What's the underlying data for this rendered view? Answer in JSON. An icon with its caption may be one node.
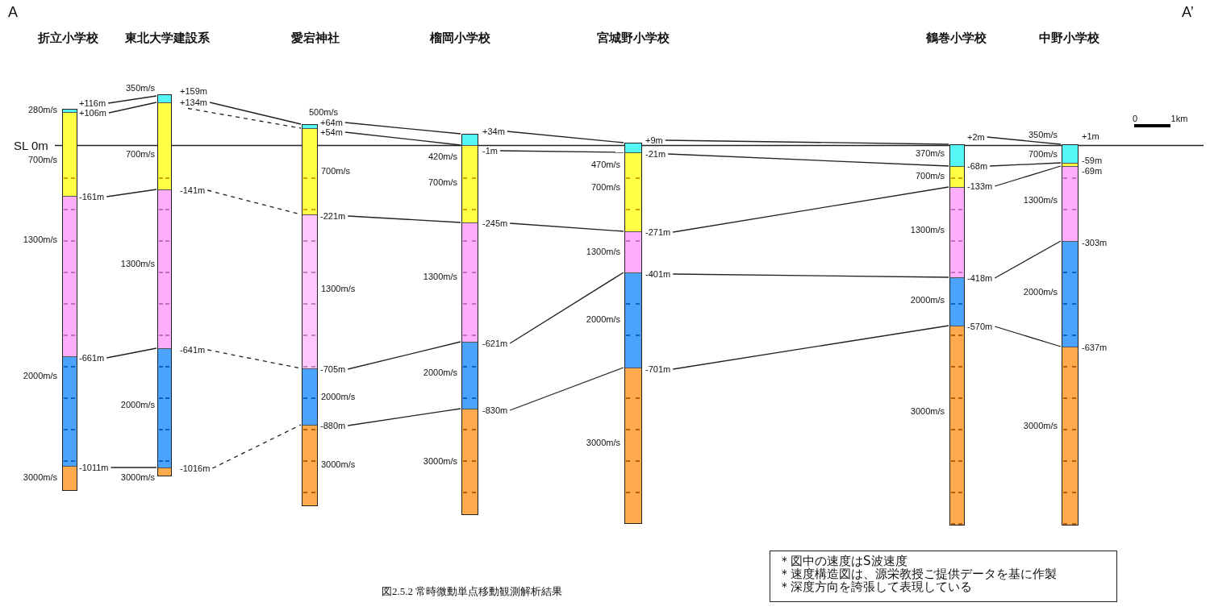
{
  "diagram": {
    "caption": "図2.5.2 常時微動単点移動観測解析結果",
    "nodes": [
      {
        "text": [],
        "shape": "bar",
        "beside": [
          "280m/s",
          "700m/s",
          "1300m/s",
          "2000m/s",
          "3000m/s"
        ]
      },
      {
        "text": [
          "+116m"
        ]
      },
      {
        "text": [
          "+106m"
        ]
      },
      {
        "text": [
          "-161m"
        ]
      },
      {
        "text": [
          "-661m"
        ]
      },
      {
        "text": [
          "-1011m"
        ]
      },
      {
        "text": [],
        "shape": "bar",
        "beside": [
          "+159m",
          "350m/s",
          "700m/s",
          "1300m/s",
          "2000m/s",
          "3000m/s"
        ]
      },
      {
        "text": [
          "+134m"
        ]
      },
      {
        "text": [
          "-141m"
        ]
      },
      {
        "text": [
          "-641m"
        ]
      },
      {
        "text": [
          "-1016m"
        ]
      },
      {
        "text": [],
        "shape": "bar",
        "beside": [
          "500m/s",
          "700m/s",
          "1300m/s",
          "2000m/s",
          "3000m/s"
        ]
      },
      {
        "text": [
          "+64m"
        ]
      },
      {
        "text": [
          "+54m"
        ]
      },
      {
        "text": [
          "-221m"
        ]
      },
      {
        "text": [
          "-705m"
        ]
      },
      {
        "text": [
          "-880m"
        ]
      },
      {
        "text": [],
        "shape": "bar",
        "beside": [
          "420m/s",
          "700m/s",
          "1300m/s",
          "2000m/s",
          "3000m/s"
        ]
      },
      {
        "text": [
          "+34m"
        ]
      },
      {
        "text": [
          "-1m"
        ]
      },
      {
        "text": [
          "-245m"
        ]
      },
      {
        "text": [
          "-621m"
        ]
      },
      {
        "text": [
          "-830m"
        ]
      },
      {
        "text": [],
        "shape": "bar",
        "beside": [
          "470m/s",
          "700m/s",
          "1300m/s",
          "2000m/s",
          "3000m/s"
        ]
      },
      {
        "text": [
          "+9m"
        ]
      },
      {
        "text": [
          "-21m"
        ]
      },
      {
        "text": [
          "-271m"
        ]
      },
      {
        "text": [
          "-401m"
        ]
      },
      {
        "text": [
          "-701m"
        ]
      },
      {
        "text": [],
        "shape": "bar",
        "beside": [
          "370m/s",
          "700m/s",
          "1300m/s",
          "2000m/s",
          "3000m/s"
        ]
      },
      {
        "text": [
          "+2m"
        ]
      },
      {
        "text": [
          "-68m"
        ]
      },
      {
        "text": [
          "-133m"
        ]
      },
      {
        "text": [
          "-418m"
        ]
      },
      {
        "text": [
          "-570m"
        ]
      },
      {
        "text": [],
        "shape": "bar",
        "beside": [
          "+1m",
          "350m/s",
          "-59m",
          "700m/s",
          "-69m",
          "1300m/s",
          "-303m",
          "2000m/s",
          "-637m",
          "3000m/s"
        ]
      },
      {
        "text": [
          "＊図中の速度はS波速度",
          "＊速度構造図は、源栄教授ご提供データを基に作製",
          "＊深度方向を誇張して表現している"
        ]
      }
    ],
    "edges": [
      {
        "from": 1,
        "to": 6,
        "arrow": "none"
      },
      {
        "from": 2,
        "to": 6,
        "arrow": "none"
      },
      {
        "from": 3,
        "to": 6,
        "arrow": "none"
      },
      {
        "from": 4,
        "to": 6,
        "arrow": "none"
      },
      {
        "from": 5,
        "to": 6,
        "arrow": "none"
      },
      {
        "from": 7,
        "to": 11,
        "arrow": "none"
      },
      {
        "from": 7,
        "to": 11,
        "arrow": "none",
        "style": "dashed"
      },
      {
        "from": 8,
        "to": 11,
        "arrow": "none",
        "style": "dashed"
      },
      {
        "from": 9,
        "to": 11,
        "arrow": "none",
        "style": "dashed"
      },
      {
        "from": 10,
        "to": 11,
        "arrow": "none",
        "style": "dashed"
      },
      {
        "from": 12,
        "to": 17,
        "arrow": "none"
      },
      {
        "from": 13,
        "to": 17,
        "arrow": "none"
      },
      {
        "from": 14,
        "to": 17,
        "arrow": "none"
      },
      {
        "from": 15,
        "to": 17,
        "arrow": "none"
      },
      {
        "from": 16,
        "to": 17,
        "arrow": "none"
      },
      {
        "from": 18,
        "to": 23,
        "arrow": "none"
      },
      {
        "from": 19,
        "to": 23,
        "arrow": "none"
      },
      {
        "from": 20,
        "to": 23,
        "arrow": "none"
      },
      {
        "from": 21,
        "to": 23,
        "arrow": "none"
      },
      {
        "from": 22,
        "to": 23,
        "arrow": "none"
      },
      {
        "from": 24,
        "to": 29,
        "arrow": "none"
      },
      {
        "from": 25,
        "to": 29,
        "arrow": "none"
      },
      {
        "from": 26,
        "to": 29,
        "arrow": "none"
      },
      {
        "from": 27,
        "to": 29,
        "arrow": "none"
      },
      {
        "from": 28,
        "to": 29,
        "arrow": "none"
      },
      {
        "from": 30,
        "to": 35,
        "arrow": "none"
      },
      {
        "from": 31,
        "to": 35,
        "arrow": "none"
      },
      {
        "from": 32,
        "to": 35,
        "arrow": "none"
      },
      {
        "from": 33,
        "to": 35,
        "arrow": "none"
      },
      {
        "from": 34,
        "to": 35,
        "arrow": "none"
      }
    ],
    "labels": [
      "A",
      "A’",
      "折立小学校",
      "東北大学建設系",
      "愛宕神社",
      "榴岡小学校",
      "宮城野小学校",
      "鶴巻小学校",
      "中野小学校",
      "SL 0m",
      "0",
      "1km"
    ]
  }
}
